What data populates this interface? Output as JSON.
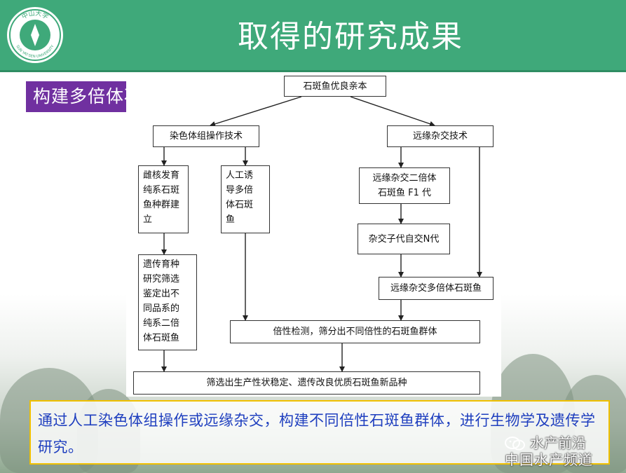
{
  "header": {
    "title": "取得的研究成果",
    "logo_text_top": "中山大学",
    "logo_text_bottom": "SUN YAT-SEN UNIVERSITY"
  },
  "section_label": "构建多倍体石斑鱼",
  "flowchart": {
    "root": "石斑鱼优良亲本",
    "branch_left": "染色体组操作技术",
    "branch_right": "远缘杂交技术",
    "node_gynogenesis": "雌核发育\n纯系石斑\n鱼种群建\n立",
    "node_polyploid": "人工诱\n导多倍\n体石斑\n鱼",
    "node_hybrid_f1": "远缘杂交二倍体\n石斑鱼 F1 代",
    "node_hybrid_selfing": "杂交子代自交N代",
    "node_hybrid_polyploid": "远缘杂交多倍体石斑鱼",
    "node_genetic_screen": "遗传育种\n研究筛选\n鉴定出不\n同品系的\n纯系二倍\n体石斑鱼",
    "node_ploidy_detect": "倍性检测，筛分出不同倍性的石斑鱼群体",
    "node_final": "筛选出生产性状稳定、遗传改良优质石斑鱼新品种"
  },
  "summary": "通过人工染色体组操作或远缘杂交，构建不同倍性石斑鱼群体，进行生物学及遗传学研究。",
  "watermark": {
    "line1": "水产前沿",
    "line2": "中国水产频道"
  },
  "colors": {
    "header_green": "#3fa97a",
    "label_purple": "#7030a0",
    "summary_text": "#1f3fbf",
    "summary_border": "#f0c000"
  }
}
